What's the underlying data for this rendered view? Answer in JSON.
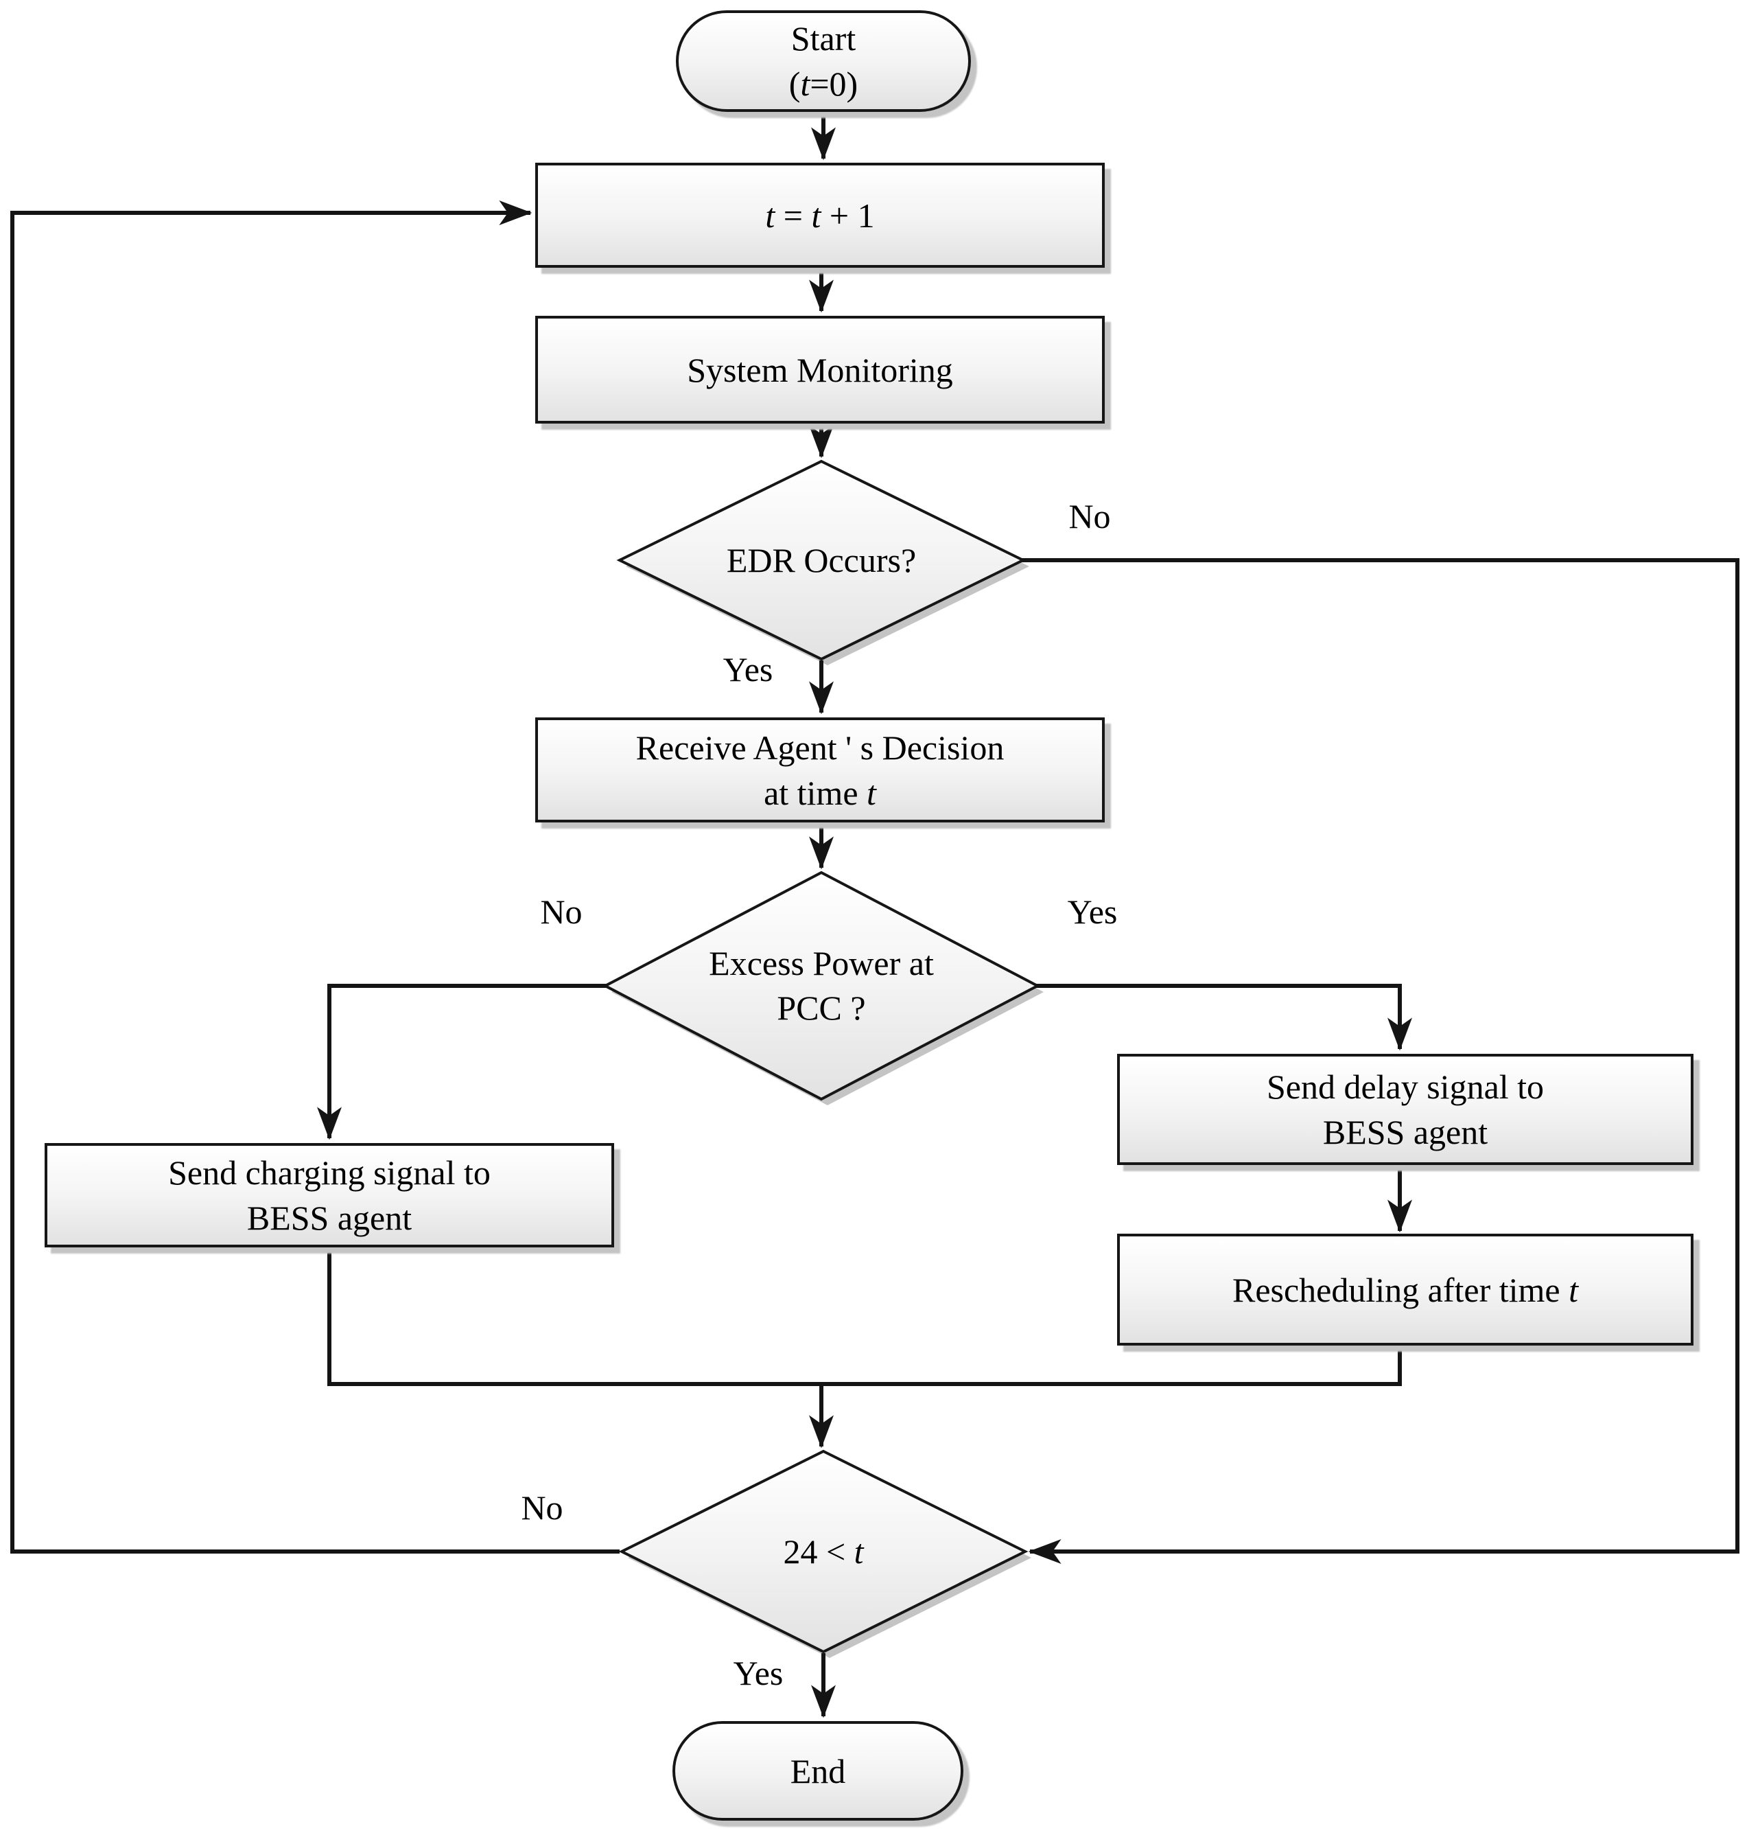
{
  "figure": {
    "type": "flowchart"
  },
  "colors": {
    "background": "#ffffff",
    "line": "#141414",
    "node_border": "#161616",
    "node_fill_top": "#ffffff",
    "node_fill_bottom": "#e2e2e2",
    "shadow": "#c4c4c4",
    "text": "#000000"
  },
  "nodes": {
    "start": {
      "line1": "Start",
      "line2_open": "(",
      "line2_var": "t",
      "line2_close": "=0)"
    },
    "increment": {
      "var1": "t",
      "eq": " = ",
      "var2": "t",
      "plus": " + 1"
    },
    "monitoring": {
      "label": "System Monitoring"
    },
    "edr": {
      "label": "EDR Occurs?"
    },
    "receive": {
      "line1": "Receive Agent ' s Decision",
      "line2_text": "at time ",
      "line2_var": "t"
    },
    "pcc": {
      "line1": "Excess Power at",
      "line2": "PCC ?"
    },
    "charging": {
      "line1": "Send charging signal to",
      "line2": "BESS agent"
    },
    "delay": {
      "line1": "Send delay signal to",
      "line2": "BESS agent"
    },
    "rescheduling": {
      "text": "Rescheduling after time ",
      "var": "t"
    },
    "t24": {
      "text": "24 < ",
      "var": "t"
    },
    "end": {
      "label": "End"
    }
  },
  "edge_labels": {
    "edr_no": "No",
    "edr_yes": "Yes",
    "pcc_no": "No",
    "pcc_yes": "Yes",
    "t24_no": "No",
    "t24_yes": "Yes"
  }
}
